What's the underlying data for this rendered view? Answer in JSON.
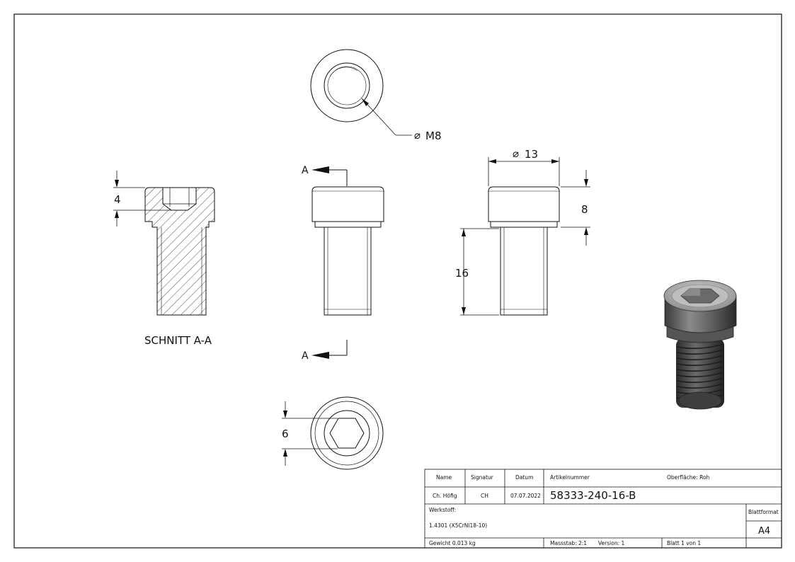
{
  "section": {
    "label": "SCHNITT A-A",
    "marker": "A"
  },
  "dimensions": {
    "thread": "M8",
    "head_diameter": "13",
    "head_height": "8",
    "shaft_length": "16",
    "socket_depth": "4",
    "hex_size": "6"
  },
  "title_block": {
    "headers": {
      "name": "Name",
      "signatur": "Signatur",
      "datum": "Datum",
      "artikelnummer": "Artikelnummer",
      "oberflaeche": "Oberfläche:  Roh"
    },
    "values": {
      "name": "Ch. Höfig",
      "signatur": "CH",
      "datum": "07.07.2022",
      "artikelnummer": "58333-240-16-B"
    },
    "werkstoff_label": "Werkstoff:",
    "werkstoff_value": "1.4301 (X5CrNi18-10)",
    "blattformat_label": "Blattformat",
    "blattformat_value": "A4",
    "gewicht": "Gewicht 0.013 kg",
    "massstab": "Massstab: 2:1",
    "version": "Version: 1",
    "blatt": "Blatt 1 von 1"
  }
}
